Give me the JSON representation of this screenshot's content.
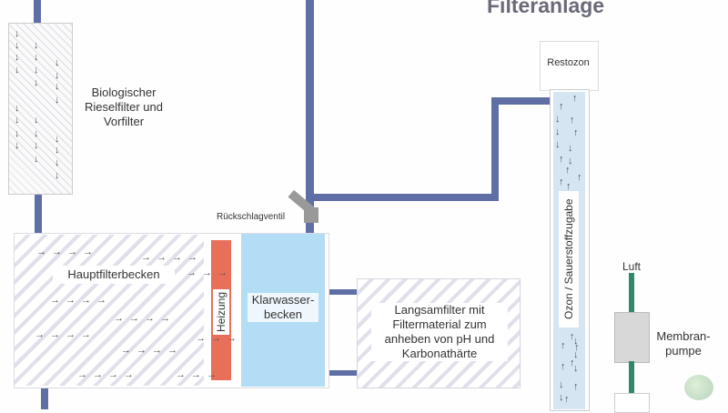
{
  "title": "Filteranlage",
  "labels": {
    "bio": "Biologischer Rieselfilter und Vorfilter",
    "valve": "Rückschlagventil",
    "main": "Hauptfilterbecken",
    "heater": "Heizung",
    "clear": "Klarwasser-becken",
    "slow": "Langsamfilter mit Filtermaterial zum anheben von pH und Karbonathärte",
    "restozon": "Restozon",
    "ozone": "Ozon / Sauerstoffzugabe",
    "air": "Luft",
    "pump": "Membran-pumpe"
  },
  "colors": {
    "pipe": "#5f6fa6",
    "heater": "#e8705a",
    "clear_water": "#b3dcf5",
    "ozone_column": "#d5e6f2",
    "air_line": "#2e8a6a",
    "pump": "#d8d8d8",
    "title": "#6a6a7a"
  },
  "icons": {
    "flow_arrow_down": "↓",
    "flow_arrow_right": "→",
    "flow_arrow_up": "↑"
  }
}
